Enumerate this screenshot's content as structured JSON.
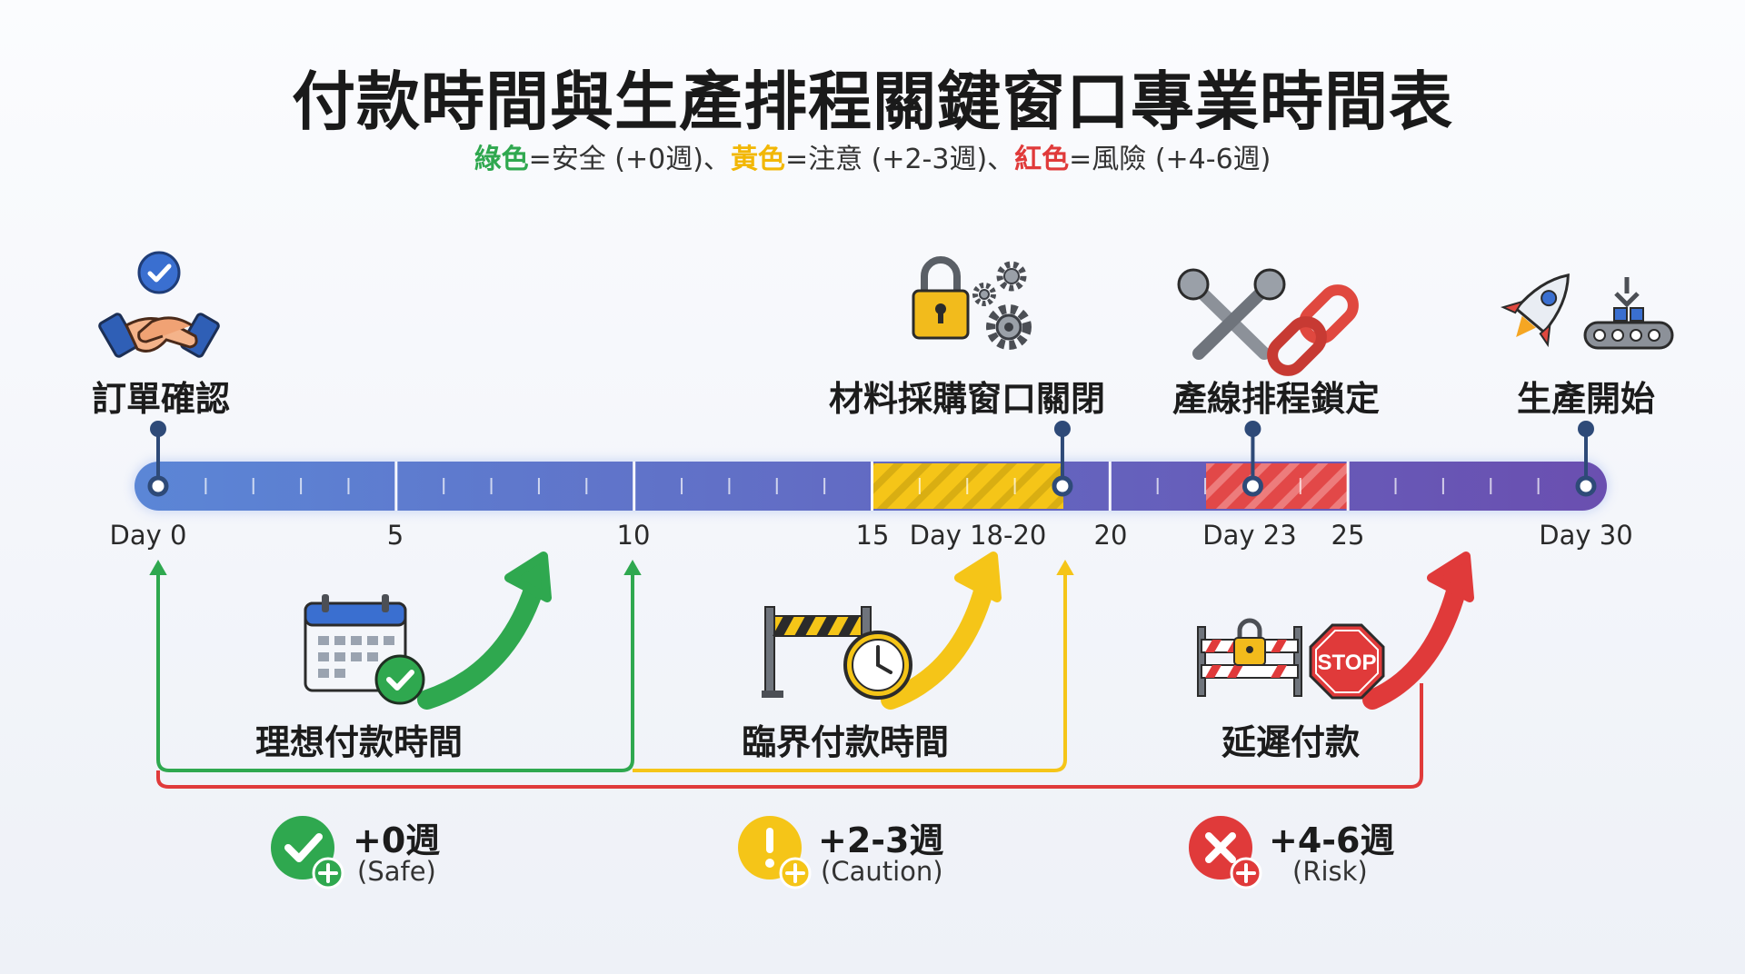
{
  "title": "付款時間與生產排程關鍵窗口專業時間表",
  "legend": {
    "green_word": "綠色",
    "green_text": "=安全 (+0週)、",
    "yellow_word": "黃色",
    "yellow_text": "=注意 (+2-3週)、",
    "red_word": "紅色",
    "red_text": "=風險 (+4-6週)"
  },
  "milestones": [
    {
      "label": "訂單確認",
      "day": 0,
      "icon": "handshake-check-icon"
    },
    {
      "label": "材料採購窗口關閉",
      "day": 19,
      "icon": "lock-gears-icon"
    },
    {
      "label": "產線排程鎖定",
      "day": 23,
      "icon": "wrench-chain-icon"
    },
    {
      "label": "生產開始",
      "day": 30,
      "icon": "rocket-conveyor-icon"
    }
  ],
  "ticks": {
    "day0": "Day 0",
    "t5": "5",
    "t10": "10",
    "t15": "15",
    "day18_20": "Day 18-20",
    "t20": "20",
    "day23": "Day 23",
    "t25": "25",
    "day30": "Day 30"
  },
  "windows": [
    {
      "label": "理想付款時間",
      "color": "#2fa84f",
      "icon": "calendar-check-icon"
    },
    {
      "label": "臨界付款時間",
      "color": "#f5c518",
      "icon": "barrier-clock-icon"
    },
    {
      "label": "延遲付款",
      "color": "#e03a3a",
      "icon": "barrier-stop-icon"
    }
  ],
  "stop_sign_text": "STOP",
  "badges": [
    {
      "value": "+0週",
      "sub": "(Safe)",
      "color": "#2fa84f",
      "icon": "check-circle-icon"
    },
    {
      "value": "+2-3週",
      "sub": "(Caution)",
      "color": "#f5c518",
      "icon": "exclamation-circle-icon"
    },
    {
      "value": "+4-6週",
      "sub": "(Risk)",
      "color": "#e03a3a",
      "icon": "x-circle-icon"
    }
  ],
  "colors": {
    "bar_start": "#5b86d6",
    "bar_end": "#6a4fb0",
    "marker": "#2e4a78",
    "green": "#2fa84f",
    "yellow": "#f5c518",
    "red": "#e03a3a"
  }
}
